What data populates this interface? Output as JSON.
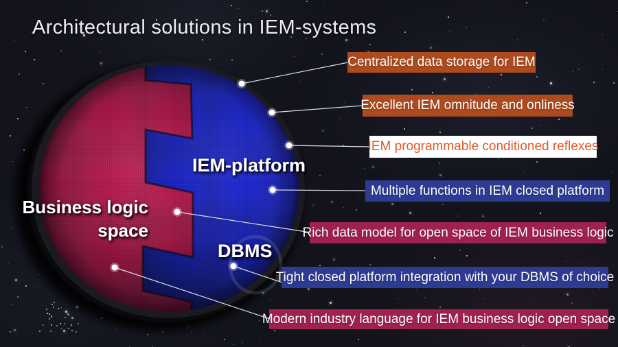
{
  "title": "Architectural solutions in IEM-systems",
  "diagram": {
    "left_label": "Business logic\nspace",
    "right_label": "IEM-platform",
    "dbms_label": "DBMS",
    "colors": {
      "red_half": "#a31e4b",
      "blue_half": "#2027b4",
      "ring": "#121216",
      "callout_line": "#e9e9ef"
    }
  },
  "callouts": [
    {
      "text": "Centralized data storage for IEM",
      "bg": "#ad4a1e",
      "fg": "#ffffff"
    },
    {
      "text": "Excellent IEM omnitude and onliness",
      "bg": "#ad4a1e",
      "fg": "#ffffff"
    },
    {
      "text": "IEM programmable conditioned reflexes",
      "bg": "#ffffff",
      "fg": "#e0592b"
    },
    {
      "text": "Multiple functions in IEM  closed platform",
      "bg": "#2e3b92",
      "fg": "#ffffff"
    },
    {
      "text": "Rich data model for open space of IEM business logic",
      "bg": "#9e2150",
      "fg": "#ffffff"
    },
    {
      "text": "Tight closed platform integration with your DBMS of choice",
      "bg": "#2e3b92",
      "fg": "#ffffff"
    },
    {
      "text": "Modern industry language for IEM business logic open space",
      "bg": "#9e2150",
      "fg": "#ffffff"
    }
  ]
}
